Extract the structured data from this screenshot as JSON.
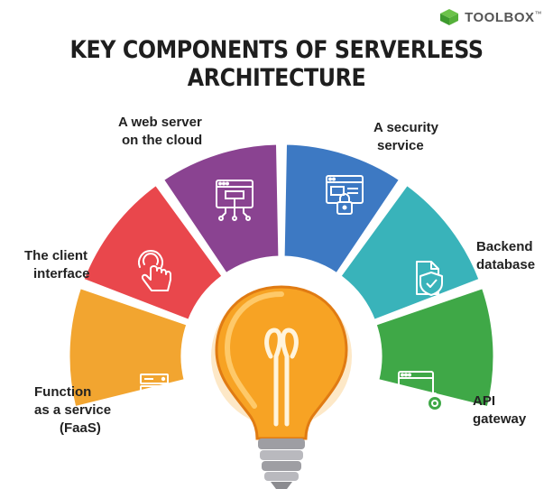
{
  "brand": {
    "name": "TOOLBOX",
    "mark": "™"
  },
  "title": "KEY COMPONENTS OF SERVERLESS ARCHITECTURE",
  "components": [
    {
      "lines": [
        "Function",
        "as a service",
        "(FaaS)"
      ],
      "color": "#F2A530",
      "icon": "server-stack-icon"
    },
    {
      "lines": [
        "The client",
        "interface"
      ],
      "color": "#E9474C",
      "icon": "hand-pointer-icon"
    },
    {
      "lines": [
        "A web server",
        "on the cloud"
      ],
      "color": "#8A4391",
      "icon": "web-server-icon"
    },
    {
      "lines": [
        "A security",
        "service"
      ],
      "color": "#3D79C3",
      "icon": "security-lock-icon"
    },
    {
      "lines": [
        "Backend",
        "database"
      ],
      "color": "#39B3BA",
      "icon": "database-shield-icon"
    },
    {
      "lines": [
        "API",
        "gateway"
      ],
      "color": "#3FA847",
      "icon": "api-gateway-icon"
    }
  ],
  "bulb": {
    "symbol": "ꝏ",
    "glow": "#F6A21E",
    "base": "#9E9EA3"
  }
}
